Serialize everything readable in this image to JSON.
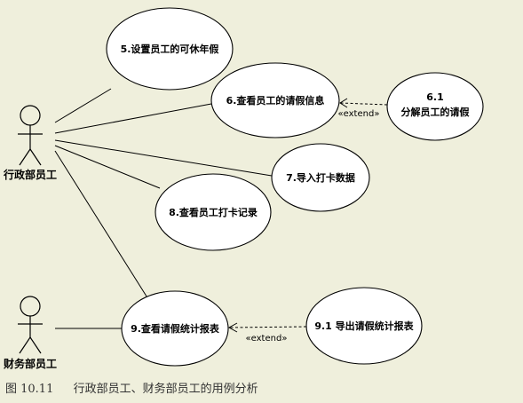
{
  "actors": {
    "admin": "行政部员工",
    "finance": "财务部员工"
  },
  "use_cases": {
    "uc5": "5.设置员工的可休年假",
    "uc6": "6.查看员工的请假信息",
    "uc61_num": "6.1",
    "uc61_label": "分解员工的请假",
    "uc7": "7.导入打卡数据",
    "uc8": "8.查看员工打卡记录",
    "uc9": "9.查看请假统计报表",
    "uc91": "9.1 导出请假统计报表"
  },
  "relations": {
    "extend_1": "«extend»",
    "extend_2": "«extend»"
  },
  "caption": {
    "figure_number": "图 10.11",
    "text": "行政部员工、财务部员工的用例分析"
  }
}
